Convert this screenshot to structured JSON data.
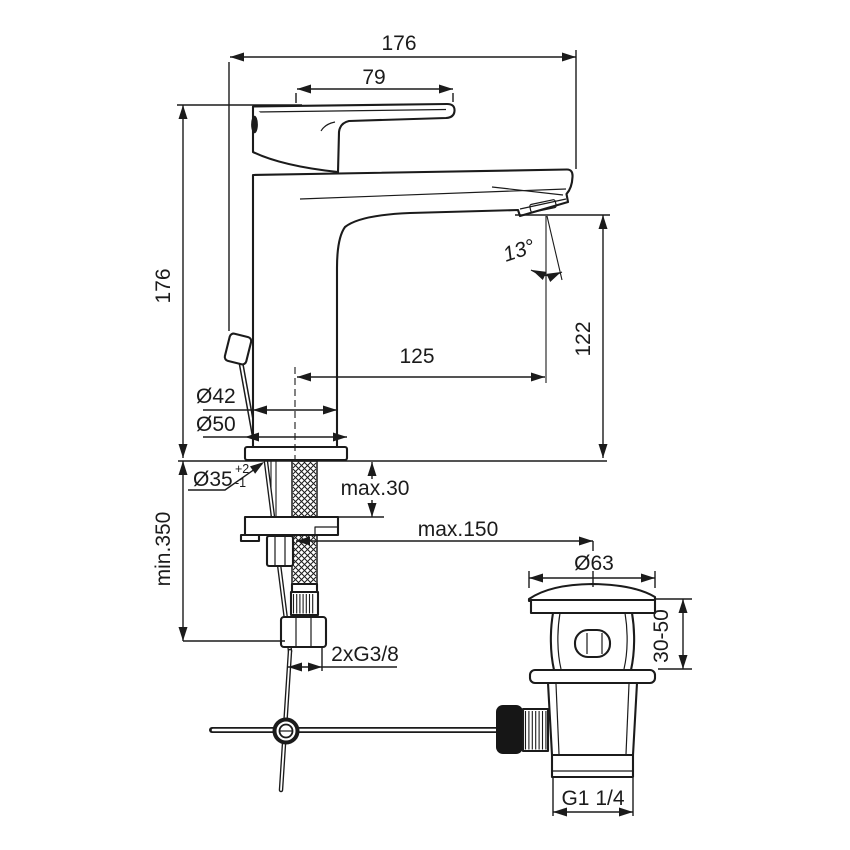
{
  "drawing": {
    "type": "technical-dimension-drawing",
    "subject": "single-lever basin mixer faucet with pop-up waste drain",
    "line_color": "#1b1b1b",
    "background_color": "#ffffff"
  },
  "labels": {
    "overall_length": "176",
    "handle_length": "79",
    "height_to_deck": "176",
    "outlet_height": "122",
    "outlet_reach": "125",
    "outlet_angle": "13°",
    "body_diameter": "Ø42",
    "base_diameter": "Ø50",
    "hole_diameter": "Ø35",
    "hole_tolerance_plus": "+2",
    "hole_tolerance_minus": "-1",
    "deck_thickness_max": "max.30",
    "hose_length_min": "min.350",
    "drain_distance_max": "max.150",
    "supply_thread": "2xG3/8",
    "waste_cap_diameter": "Ø63",
    "clamp_range": "30-50",
    "waste_thread": "G1 1/4"
  }
}
